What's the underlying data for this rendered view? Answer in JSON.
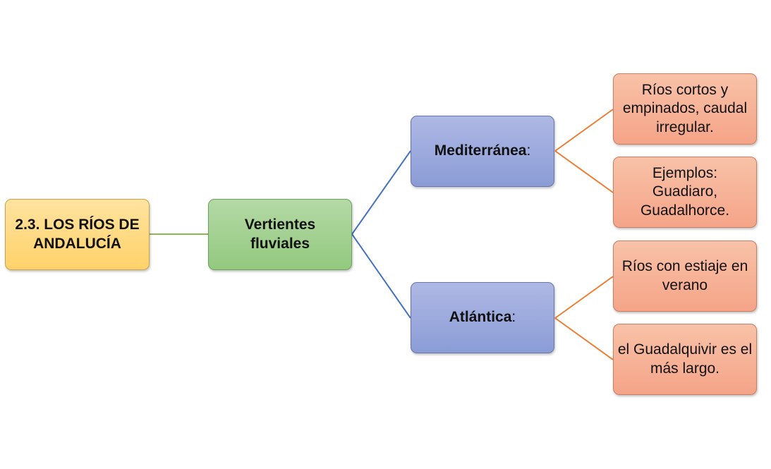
{
  "root": {
    "label": "2.3. LOS RÍOS DE ANDALUCÍA"
  },
  "level1": {
    "label": "Vertientes fluviales"
  },
  "branches": [
    {
      "label": "Mediterránea",
      "suffix": ":",
      "leaves": [
        "Ríos cortos y empinados, caudal irregular.",
        "Ejemplos: Guadiaro, Guadalhorce."
      ]
    },
    {
      "label": "Atlántica",
      "suffix": ":",
      "leaves": [
        "Ríos con estiaje en verano",
        "el Guadalquivir es el más largo."
      ]
    }
  ],
  "colors": {
    "root_line": "#8ab85a",
    "branch_line": "#4472c4",
    "leaf_line": "#ed7d31"
  }
}
